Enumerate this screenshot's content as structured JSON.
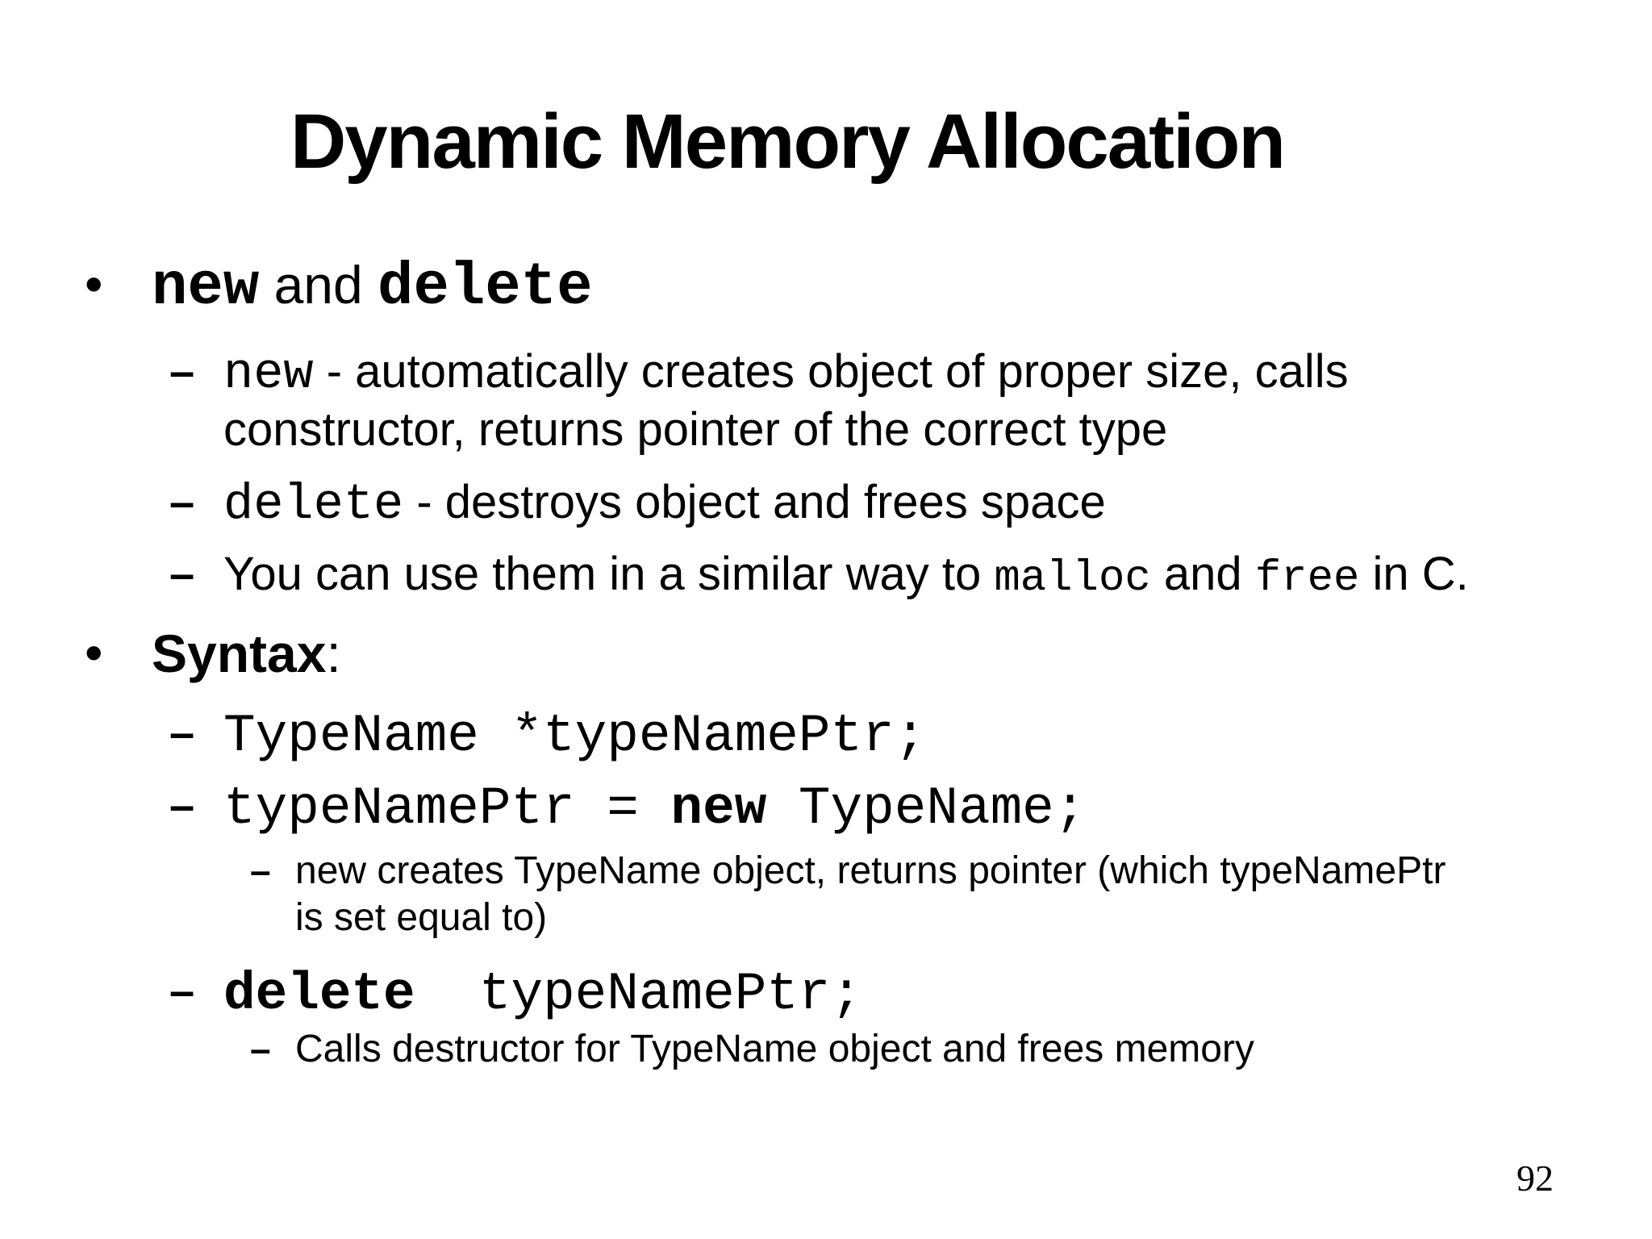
{
  "slide": {
    "title": "Dynamic Memory Allocation",
    "page_number": "92",
    "markers": {
      "bullet": "•",
      "dash": "–"
    },
    "content": {
      "b1": {
        "code_new": "new",
        "and": " and ",
        "code_delete": "delete"
      },
      "sub1": {
        "code": "new",
        "rest": " - automatically creates object of proper size, calls",
        "line2": "constructor, returns pointer of the correct type"
      },
      "sub2": {
        "code": "delete",
        "rest": " - destroys object and frees space"
      },
      "sub3": {
        "pre": "You can use them in a similar way to ",
        "code1": "malloc",
        "mid": " and ",
        "code2": "free",
        "post": " in C."
      },
      "b2": {
        "label": "Syntax",
        "colon": ":"
      },
      "code1": "TypeName *typeNamePtr;",
      "code2": {
        "pre": "typeNamePtr = ",
        "kw": "new",
        "post": " TypeName;"
      },
      "sub4": {
        "line1": "new creates TypeName object, returns pointer (which typeNamePtr",
        "line2": "is set equal to)"
      },
      "code3": {
        "kw": "delete",
        "post": "  typeNamePtr;"
      },
      "sub5": "Calls destructor for TypeName object and frees memory"
    }
  }
}
